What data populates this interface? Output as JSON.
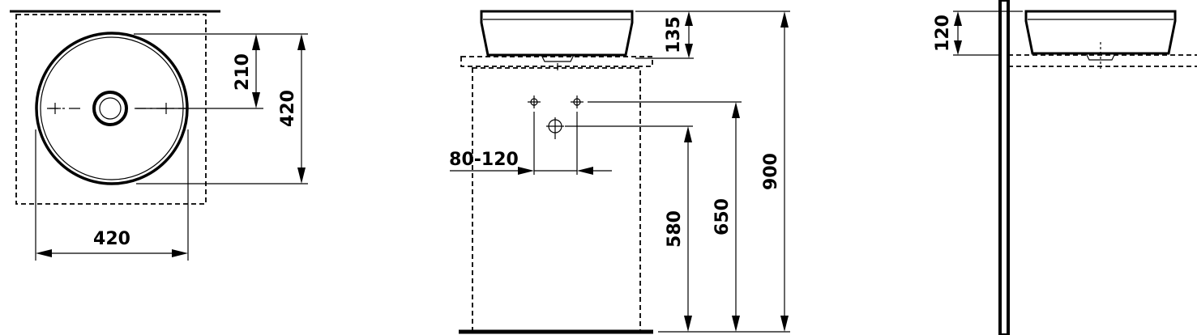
{
  "views": {
    "top": {
      "dim_width": "420",
      "dim_depth": "420",
      "dim_drain_offset": "210"
    },
    "front": {
      "dim_basin_height": "135",
      "dim_total_height": "900",
      "dim_tap_height": "650",
      "dim_waste_height": "580",
      "dim_tap_spacing": "80-120"
    },
    "side": {
      "dim_basin_height": "120"
    }
  },
  "colors": {
    "line": "#000000",
    "background": "#ffffff"
  }
}
